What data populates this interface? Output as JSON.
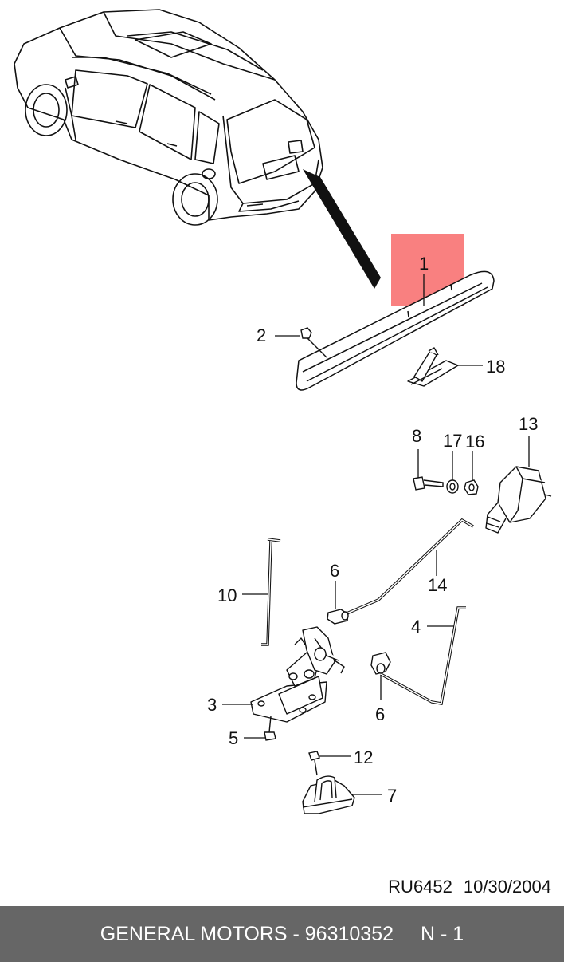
{
  "callouts": {
    "c1": "1",
    "c2": "2",
    "c3": "3",
    "c4": "4",
    "c5": "5",
    "c6a": "6",
    "c6b": "6",
    "c7": "7",
    "c8": "8",
    "c10": "10",
    "c12": "12",
    "c13": "13",
    "c14": "14",
    "c16": "16",
    "c17": "17",
    "c18": "18"
  },
  "highlight_color": "#f98080",
  "reference": {
    "code": "RU6452",
    "date": "10/30/2004"
  },
  "footer": {
    "brand": "GENERAL MOTORS - 96310352",
    "page": "N - 1"
  }
}
